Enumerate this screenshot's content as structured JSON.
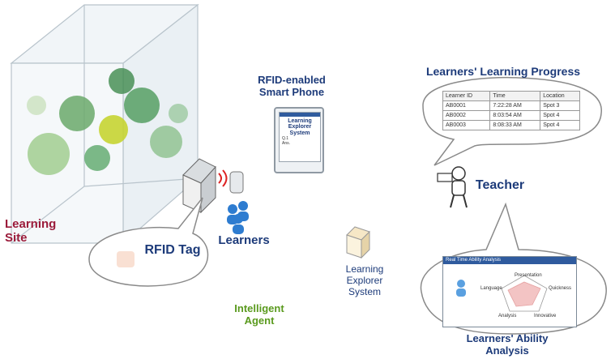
{
  "labels": {
    "learning_site": "Learning Site",
    "rfid_tag": "RFID Tag",
    "learners": "Learners",
    "rfid_phone": "RFID-enabled Smart Phone",
    "learning_explorer_system": "Learning Explorer System",
    "intelligent_agent": "Intelligent Agent",
    "teacher": "Teacher",
    "learners_progress": "Learners' Learning Progress",
    "learners_ability": "Learners' Ability Analysis"
  },
  "phone_screen": {
    "title": "Learning Explorer System",
    "lines": [
      "Q.1",
      "Ans."
    ]
  },
  "progress_table": {
    "headers": [
      "Learner ID",
      "Time",
      "Location"
    ],
    "rows": [
      [
        "AB0001",
        "7:22:28 AM",
        "Spot 3"
      ],
      [
        "AB0002",
        "8:03:54 AM",
        "Spot 4"
      ],
      [
        "AB0003",
        "8:08:33 AM",
        "Spot 4"
      ]
    ]
  },
  "ability_window": {
    "title": "Real Time Ability Analysis",
    "axes": [
      "Presentation",
      "Language",
      "Quickness",
      "Analysis",
      "Innovative"
    ]
  },
  "colors": {
    "site_label": "#9b1b3a",
    "blue_label": "#1d3b7a",
    "agent_label": "#5a9a1e"
  }
}
